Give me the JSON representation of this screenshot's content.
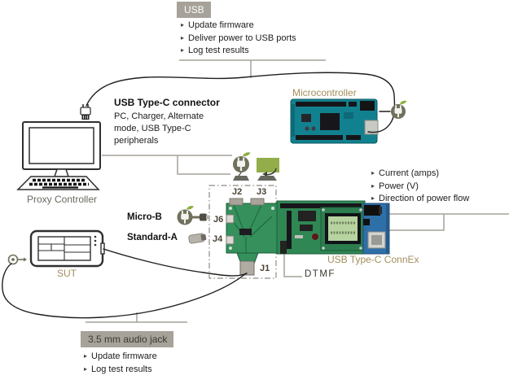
{
  "glyphs": {
    "bullet": "▸"
  },
  "colors": {
    "connector_line": "#a6a29a",
    "box_bg": "#a6a29a",
    "label_tan": "#a38e5d",
    "label_gray": "#6b6760",
    "cable_black": "#1f1f1f",
    "pcb_green": "#2f8754",
    "pcb_blue": "#2f6fa8",
    "arduino_teal": "#12818f",
    "icon_olive": "#70705c",
    "icon_green": "#93ad4a"
  },
  "top_box": {
    "title": "USB",
    "items": [
      "Update firmware",
      "Deliver power to USB ports",
      "Log test results"
    ]
  },
  "typec_note": {
    "title": "USB Type-C connector",
    "body": "PC, Charger, Alternate mode, USB Type-C peripherals"
  },
  "labels": {
    "microcontroller": "Microcontroller",
    "proxy_controller": "Proxy Controller",
    "sut": "SUT",
    "connex": "USB Type-C ConnEx",
    "dtmf": "DTMF",
    "micro_b": "Micro-B",
    "standard_a": "Standard-A"
  },
  "ports": {
    "j1": "J1",
    "j2": "J2",
    "j3": "J3",
    "j4": "J4",
    "j6": "J6"
  },
  "measurements": [
    "Current (amps)",
    "Power (V)",
    "Direction of power flow"
  ],
  "bottom_box": {
    "title": "3.5 mm audio jack",
    "items": [
      "Update firmware",
      "Log test results"
    ]
  }
}
